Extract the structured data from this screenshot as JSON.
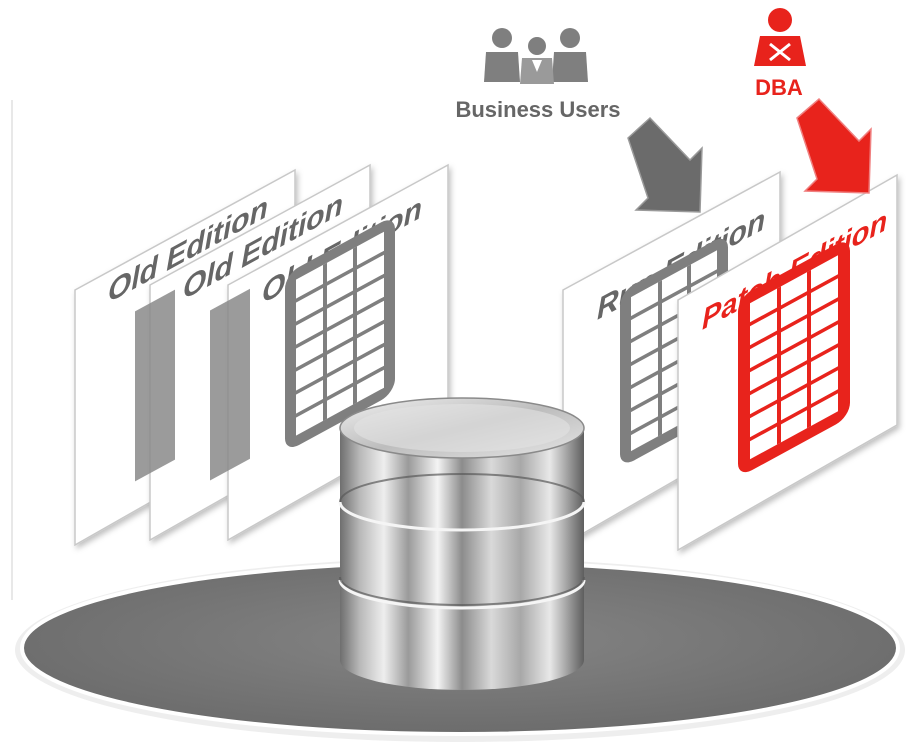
{
  "labels": {
    "business_users": "Business Users",
    "dba": "DBA",
    "old_edition": "Old Edition",
    "run_edition": "Run Edition",
    "patch_edition": "Patch Edition"
  },
  "colors": {
    "accent_red": "#e8231c",
    "gray_text": "#666666",
    "icon_gray": "#7f7f7f",
    "platform": "#7a7a7a",
    "arrow_gray": "#6b6b6b"
  },
  "icons": [
    "users-group-icon",
    "dba-person-icon",
    "table-icon",
    "database-cylinder-icon",
    "arrow-icon"
  ]
}
